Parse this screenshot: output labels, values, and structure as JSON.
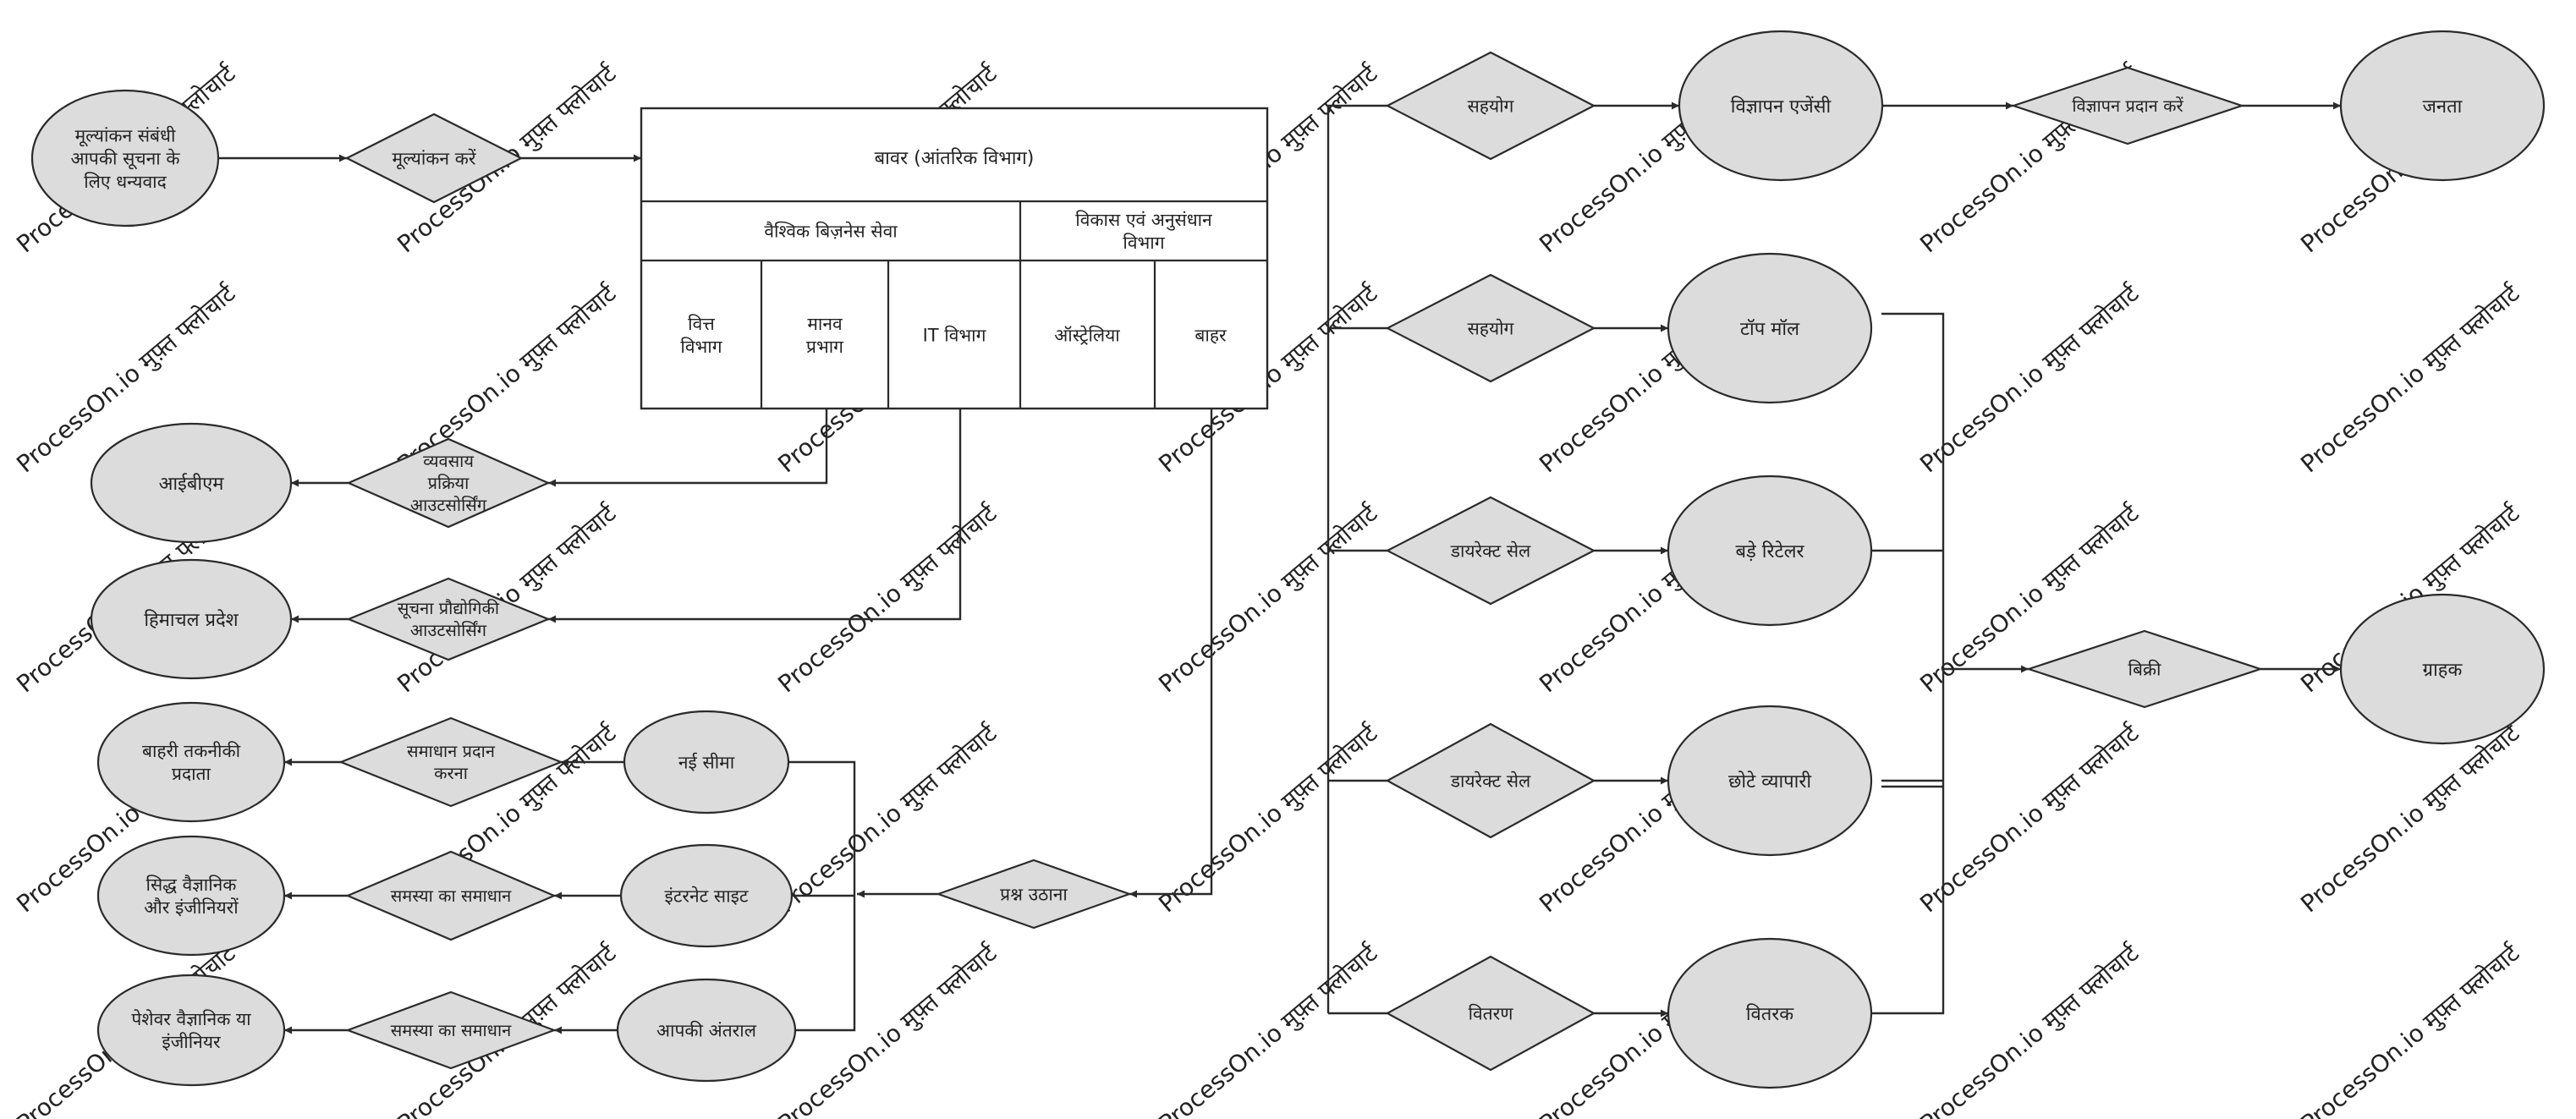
{
  "watermark": {
    "text": "ProcessOn.io मुफ़्त फ्लोचार्ट",
    "color": "#c8c8c8"
  },
  "colors": {
    "shape_fill": "#dcdcdc",
    "stroke": "#2a2a2a",
    "table_fill": "#ffffff"
  },
  "left": {
    "start": [
      "मूल्यांकन संबंधी",
      "आपकी सूचना के",
      "लिए धन्यवाद"
    ],
    "evaluate": [
      "मूल्यांकन करें"
    ],
    "table": {
      "title": [
        "बावर (आंतरिक विभाग)"
      ],
      "group1": [
        "वैश्विक बिज़नेस सेवा"
      ],
      "group2": [
        "विकास एवं अनुसंधान",
        "विभाग"
      ],
      "col1": [
        "वित्त",
        "विभाग"
      ],
      "col2": [
        "मानव",
        "प्रभाग"
      ],
      "col3": [
        "IT विभाग"
      ],
      "col4": [
        "ऑस्ट्रेलिया"
      ],
      "col5": [
        "बाहर"
      ]
    },
    "bpo": [
      "व्यवसाय",
      "प्रक्रिया",
      "आउटसोर्सिंग"
    ],
    "ibm": [
      "आईबीएम"
    ],
    "ito": [
      "सूचना प्रौद्योगिकी",
      "आउटसोर्सिंग"
    ],
    "hp": [
      "हिमाचल प्रदेश"
    ],
    "feedback": [
      "प्रश्न उठाना"
    ],
    "r1_d": [
      "समाधान प्रदान",
      "करना"
    ],
    "r1_e": [
      "नई सीमा"
    ],
    "r1_l": [
      "बाहरी तकनीकी",
      "प्रदाता"
    ],
    "r2_d": [
      "समस्या का समाधान"
    ],
    "r2_e": [
      "इंटरनेट साइट"
    ],
    "r2_l": [
      "सिद्ध वैज्ञानिक",
      "और इंजीनियरों"
    ],
    "r3_d": [
      "समस्या का समाधान"
    ],
    "r3_e": [
      "आपकी अंतराल"
    ],
    "r3_l": [
      "पेशेवर वैज्ञानिक या",
      "इंजीनियर"
    ]
  },
  "right": {
    "d1": [
      "सहयोग"
    ],
    "e1": [
      "विज्ञापन एजेंसी"
    ],
    "d1b": [
      "विज्ञापन प्रदान करें"
    ],
    "e1b": [
      "जनता"
    ],
    "d2": [
      "सहयोग"
    ],
    "e2": [
      "टॉप मॉल"
    ],
    "d3": [
      "डायरेक्ट सेल"
    ],
    "e3": [
      "बड़े रिटेलर"
    ],
    "d4": [
      "डायरेक्ट सेल"
    ],
    "e4": [
      "छोटे व्यापारी"
    ],
    "d5": [
      "वितरण"
    ],
    "e5": [
      "वितरक"
    ],
    "sale": [
      "बिक्री"
    ],
    "customer": [
      "ग्राहक"
    ]
  }
}
